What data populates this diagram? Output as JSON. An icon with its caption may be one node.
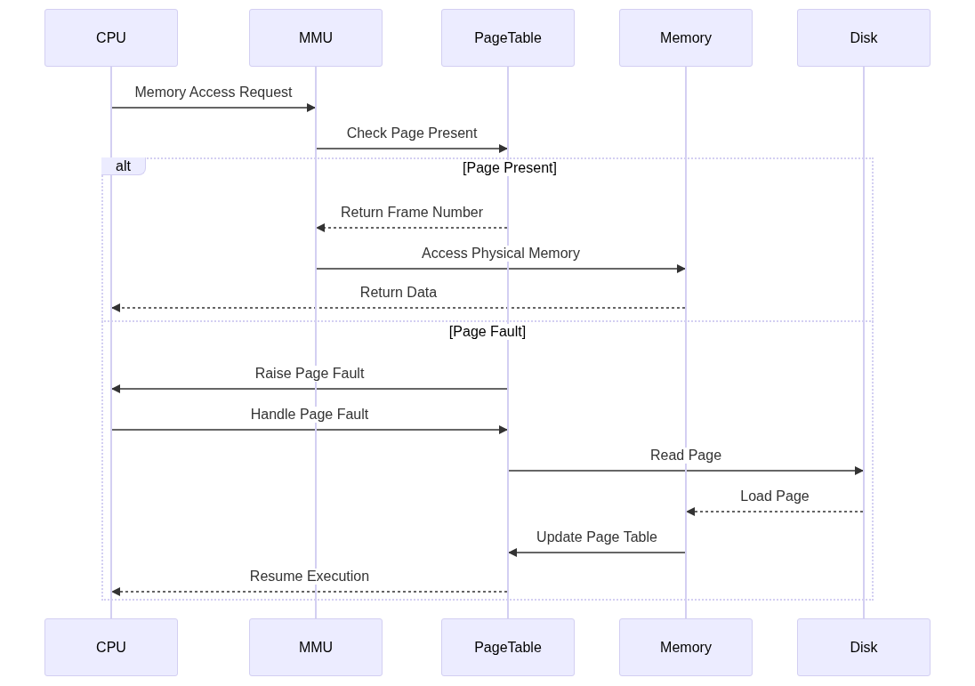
{
  "diagram": {
    "nodes": [
      {
        "text": [
          "CPU"
        ]
      },
      {
        "text": [
          "MMU"
        ]
      },
      {
        "text": [
          "PageTable"
        ]
      },
      {
        "text": [
          "Memory"
        ]
      },
      {
        "text": [
          "Disk"
        ]
      },
      {
        "text": [],
        "shape": "line"
      },
      {
        "text": [],
        "shape": "line"
      },
      {
        "text": [],
        "shape": "line"
      },
      {
        "text": [],
        "shape": "line"
      },
      {
        "text": [],
        "shape": "line"
      },
      {
        "text": [
          "CPU"
        ]
      },
      {
        "text": [
          "MMU"
        ]
      },
      {
        "text": [
          "PageTable"
        ]
      },
      {
        "text": [
          "Memory"
        ]
      },
      {
        "text": [
          "Disk"
        ]
      }
    ],
    "edges": [
      {
        "from": 5,
        "to": 6,
        "arrow": "to",
        "label": "Memory Access Request"
      },
      {
        "from": 6,
        "to": 7,
        "arrow": "to",
        "label": "Check Page Present"
      },
      {
        "from": 7,
        "to": 6,
        "arrow": "to",
        "label": "Return Frame Number",
        "style": "dashed"
      },
      {
        "from": 6,
        "to": 8,
        "arrow": "to",
        "label": "Access Physical Memory"
      },
      {
        "from": 8,
        "to": 5,
        "arrow": "to",
        "label": "Return Data",
        "style": "dashed"
      },
      {
        "from": 7,
        "to": 5,
        "arrow": "to",
        "label": "Raise Page Fault"
      },
      {
        "from": 5,
        "to": 7,
        "arrow": "to",
        "label": "Handle Page Fault"
      },
      {
        "from": 7,
        "to": 9,
        "arrow": "to",
        "label": "Read Page"
      },
      {
        "from": 9,
        "to": 8,
        "arrow": "to",
        "label": "Load Page",
        "style": "dashed"
      },
      {
        "from": 8,
        "to": 7,
        "arrow": "to",
        "label": "Update Page Table"
      },
      {
        "from": 7,
        "to": 5,
        "arrow": "to",
        "label": "Resume Execution",
        "style": "dashed"
      }
    ],
    "labels": [
      "alt",
      "[Page Present]",
      "[Page Fault]"
    ]
  }
}
